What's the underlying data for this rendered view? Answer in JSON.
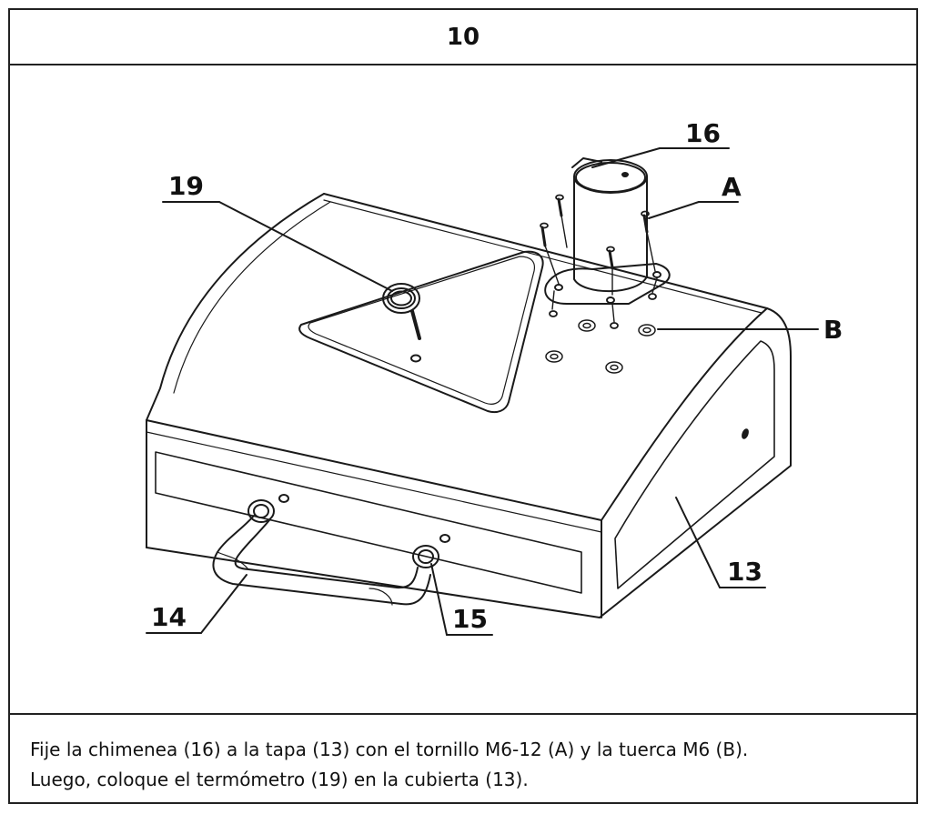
{
  "step": {
    "number": "10"
  },
  "callouts": {
    "c16": "16",
    "c19": "19",
    "cA": "A",
    "cB": "B",
    "c13": "13",
    "c14": "14",
    "c15": "15"
  },
  "instructions": {
    "line1": "Fije la chimenea (16) a la tapa (13) con el tornillo M6-12 (A) y la tuerca M6 (B).",
    "line2": "Luego, coloque el termómetro (19) en la cubierta (13)."
  }
}
